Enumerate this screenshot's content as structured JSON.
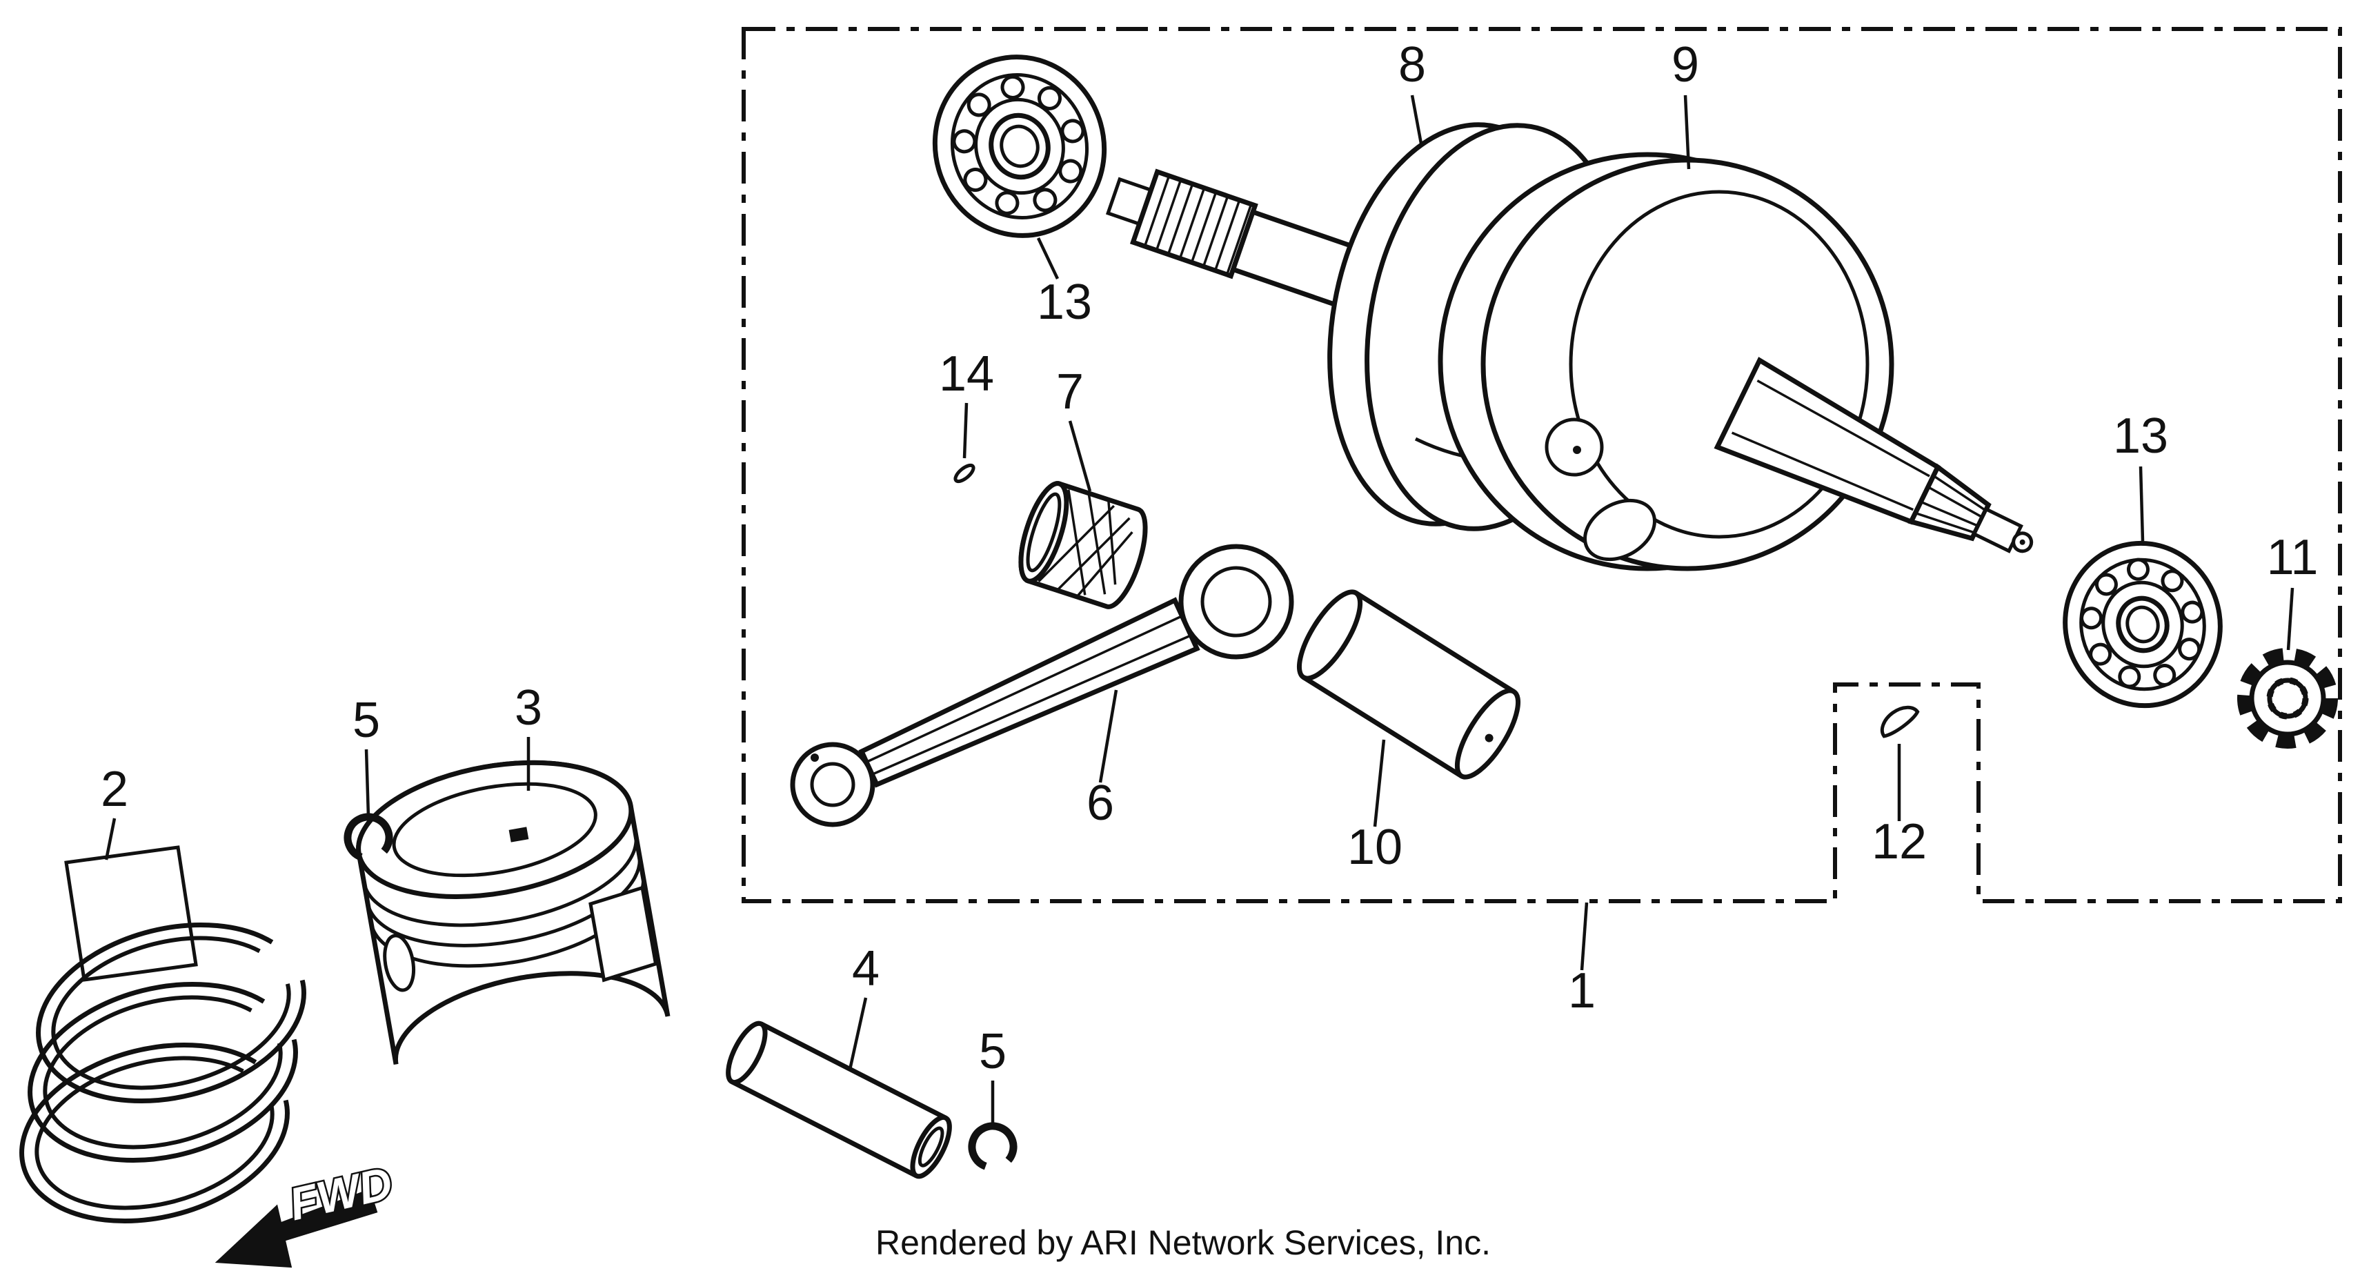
{
  "diagram": {
    "footer_credit": "Rendered by ARI Network Services, Inc.",
    "fwd_marker": "FWD",
    "labels": {
      "part1": "1",
      "part2": "2",
      "part3": "3",
      "part4": "4",
      "part5_upper": "5",
      "part5_lower": "5",
      "part6": "6",
      "part7": "7",
      "part8": "8",
      "part9": "9",
      "part10": "10",
      "part11": "11",
      "part12": "12",
      "part13_left": "13",
      "part13_right": "13",
      "part14": "14"
    },
    "colors": {
      "ink": "#111111",
      "paper": "#ffffff"
    }
  }
}
